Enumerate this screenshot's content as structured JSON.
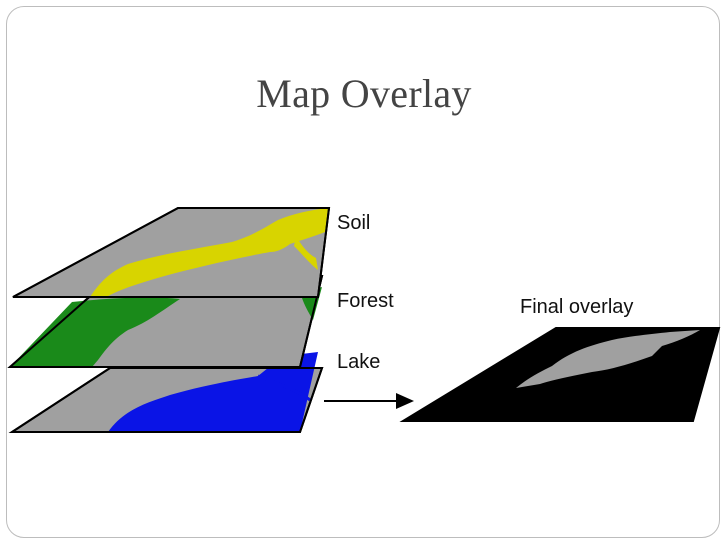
{
  "slide": {
    "title": "Map Overlay"
  },
  "layers": [
    {
      "label": "Soil",
      "fill_color": "#d8d400"
    },
    {
      "label": "Forest",
      "fill_color": "#1a8a1a"
    },
    {
      "label": "Lake",
      "fill_color": "#0a14e6"
    }
  ],
  "result": {
    "label": "Final overlay"
  },
  "colors": {
    "layer_base": "#a0a0a0",
    "result_base": "#000000",
    "result_highlight": "#a0a0a0",
    "frame_border": "#bdbdbd",
    "title_text": "#444444"
  }
}
